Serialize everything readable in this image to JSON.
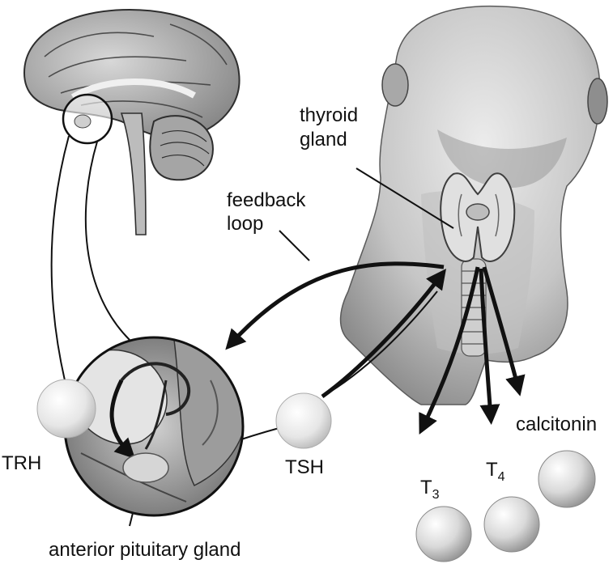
{
  "labels": {
    "thyroid_line1": "thyroid",
    "thyroid_line2": "gland",
    "feedback_line1": "feedback",
    "feedback_line2": "loop",
    "trh": "TRH",
    "tsh": "TSH",
    "t3_main": "T",
    "t3_sub": "3",
    "t4_main": "T",
    "t4_sub": "4",
    "calcitonin": "calcitonin",
    "anterior_pituitary": "anterior pituitary gland"
  },
  "icons": {
    "brain": "brain-sagittal-illustration",
    "head": "human-head-neck-illustration",
    "thyroid": "thyroid-gland-illustration",
    "zoom": "hypothalamus-pituitary-zoom",
    "sphere": "hormone-sphere"
  },
  "colors": {
    "line": "#111111",
    "sphere_light": "#f2f2f2",
    "sphere_dark": "#9a9a9a",
    "tissue": "#bdbdbd",
    "skin": "#cfcfcf"
  }
}
